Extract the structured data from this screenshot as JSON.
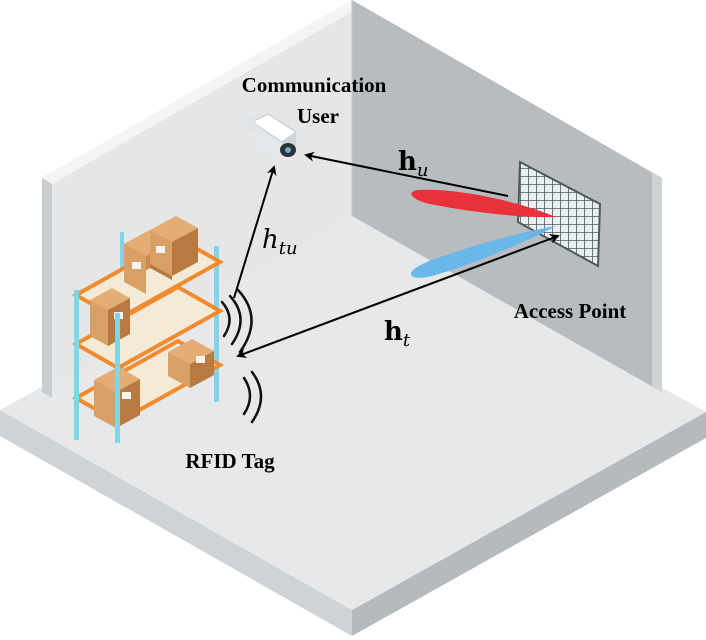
{
  "labels": {
    "user_line1": "Communication",
    "user_line2": "User",
    "access_point": "Access Point",
    "rfid_tag": "RFID Tag"
  },
  "channels": {
    "hu": {
      "base": "h",
      "sub": "u"
    },
    "ht": {
      "base": "h",
      "sub": "t"
    },
    "htu": {
      "base": "h",
      "sub": "tu"
    }
  },
  "colors": {
    "beam_user": "#e8313a",
    "beam_tag": "#6ab7ea",
    "shelf_frame": "#f28a2e",
    "shelf_post": "#7fd6e6",
    "box": "#d9a066"
  },
  "icons": [
    "camera-icon",
    "antenna-array-icon",
    "rfid-signal-icon"
  ]
}
